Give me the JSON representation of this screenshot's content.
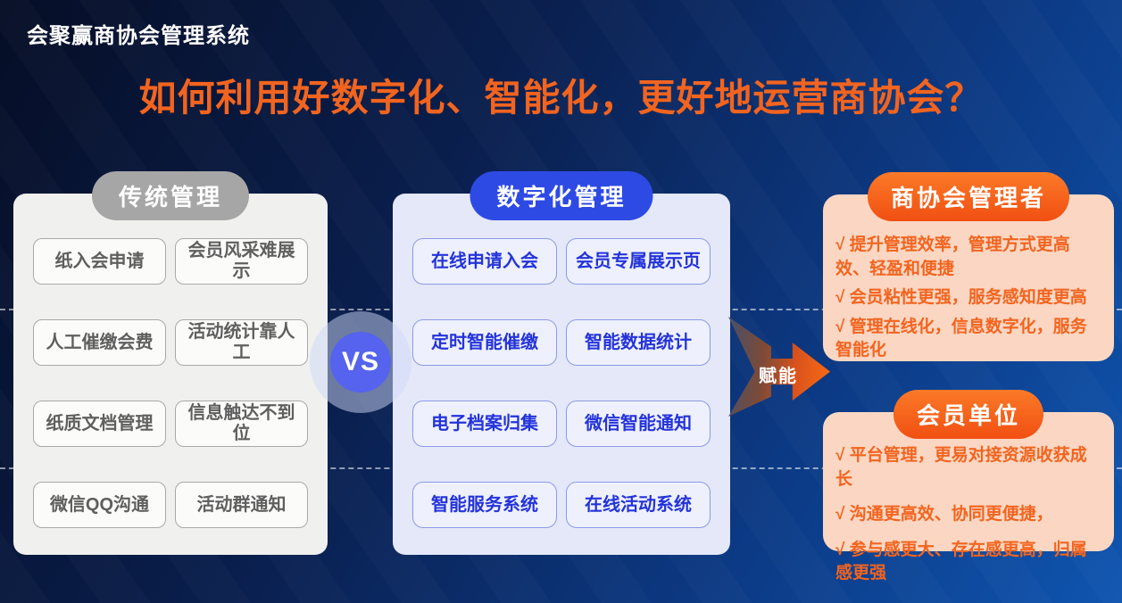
{
  "brand": {
    "title": "会聚赢商协会管理系统"
  },
  "header": {
    "title": "如何利用好数字化、智能化，更好地运营商协会？"
  },
  "comparison": {
    "vs_label": "VS",
    "arrow_label": "赋能"
  },
  "traditional": {
    "header": "传统管理",
    "items": [
      "纸入会申请",
      "会员风采难展示",
      "人工催缴会费",
      "活动统计靠人工",
      "纸质文档管理",
      "信息触达不到位",
      "微信QQ沟通",
      "活动群通知"
    ]
  },
  "digital": {
    "header": "数字化管理",
    "items": [
      "在线申请入会",
      "会员专属展示页",
      "定时智能催缴",
      "智能数据统计",
      "电子档案归集",
      "微信智能通知",
      "智能服务系统",
      "在线活动系统"
    ]
  },
  "managers": {
    "header": "商协会管理者",
    "bullets": [
      "√ 提升管理效率，管理方式更高效、轻盈和便捷",
      "√ 会员粘性更强，服务感知度更高",
      "√ 管理在线化，信息数字化，服务智能化"
    ]
  },
  "members": {
    "header": "会员单位",
    "bullets": [
      "√ 平台管理，更易对接资源收获成长",
      "√ 沟通更高效、协同更便捷，",
      "√ 参与感更大、存在感更高，归属感更强"
    ]
  },
  "colors": {
    "accent_orange": "#f2641f",
    "pill_blue": "#2e4ae4",
    "pill_gray": "#a6a6a6",
    "panel_peach": "#fbd7c3",
    "vs_blue": "#5563ee",
    "background_dark": "#060e26",
    "background_light": "#0f55b0"
  }
}
